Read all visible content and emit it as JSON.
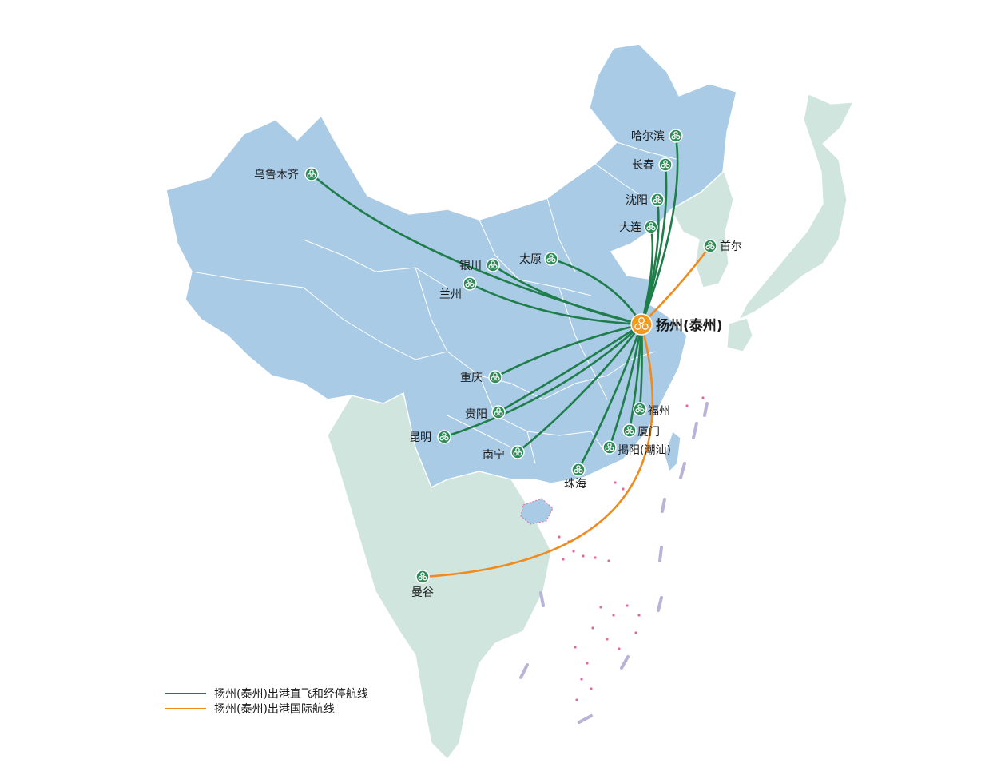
{
  "map": {
    "hub": {
      "label": "扬州(泰州)"
    },
    "domestic_cities": [
      {
        "id": "harbin",
        "label": "哈尔滨"
      },
      {
        "id": "changchun",
        "label": "长春"
      },
      {
        "id": "shenyang",
        "label": "沈阳"
      },
      {
        "id": "dalian",
        "label": "大连"
      },
      {
        "id": "urumqi",
        "label": "乌鲁木齐"
      },
      {
        "id": "yinchuan",
        "label": "银川"
      },
      {
        "id": "taiyuan",
        "label": "太原"
      },
      {
        "id": "lanzhou",
        "label": "兰州"
      },
      {
        "id": "chongqing",
        "label": "重庆"
      },
      {
        "id": "guiyang",
        "label": "贵阳"
      },
      {
        "id": "kunming",
        "label": "昆明"
      },
      {
        "id": "nanning",
        "label": "南宁"
      },
      {
        "id": "zhuhai",
        "label": "珠海"
      },
      {
        "id": "jieyang",
        "label": "揭阳(潮汕)"
      },
      {
        "id": "xiamen",
        "label": "厦门"
      },
      {
        "id": "fuzhou",
        "label": "福州"
      }
    ],
    "international_cities": [
      {
        "id": "seoul",
        "label": "首尔"
      },
      {
        "id": "bangkok",
        "label": "曼谷"
      }
    ],
    "colors": {
      "china_fill": "#a9cbe6",
      "neighbor_fill": "#cfe5de",
      "border": "#ffffff",
      "domestic_route": "#1f7d4a",
      "international_route": "#f08a1c",
      "city_marker": "#2e8b57",
      "hub_marker": "#f39a1e",
      "island_marker": "#e36aa0",
      "dash_marker": "#b8b4d8"
    },
    "icon": "airline-swirl-icon"
  },
  "legend": {
    "items": [
      {
        "label": "扬州(泰州)出港直飞和经停航线",
        "color": "#1f7d4a"
      },
      {
        "label": "扬州(泰州)出港国际航线",
        "color": "#f08a1c"
      }
    ]
  }
}
